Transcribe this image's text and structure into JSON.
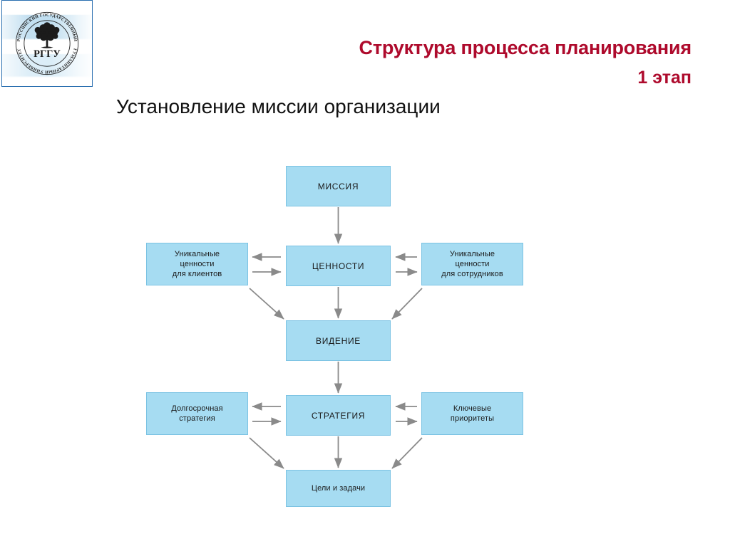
{
  "slide": {
    "logo": {
      "name": "rggu-emblem",
      "ring_top_text": "РОССИЙСКИЙ ГОСУДАРСТВЕННЫЙ",
      "ring_bottom_text": "ГУМАНИТАРНЫЙ УНИВЕРСИТЕТ",
      "monogram": "РГГУ"
    },
    "title": {
      "main": "Структура процесса планирования",
      "stage": "1 этап",
      "color": "#ae0a2c"
    },
    "subtitle": {
      "text": "Установление миссии организации",
      "color": "#111111"
    }
  },
  "diagram": {
    "type": "flowchart",
    "box_fill": "#a6dcf2",
    "box_border": "#7cc3e3",
    "arrow_color": "#808080",
    "nodes": {
      "mission": "МИССИЯ",
      "values": "ЦЕННОСТИ",
      "vision": "ВИДЕНИЕ",
      "strategy": "СТРАТЕГИЯ",
      "goals": "Цели и задачи",
      "client_values": "Уникальные\nценности\nдля клиентов",
      "staff_values": "Уникальные\nценности\nдля сотрудников",
      "longterm_strategy": "Долгосрочная\nстратегия",
      "key_priorities": "Ключевые\nприоритеты"
    },
    "edges": [
      {
        "from": "mission",
        "to": "values",
        "kind": "vertical-down"
      },
      {
        "from": "values",
        "to": "client_values",
        "kind": "horizontal-left"
      },
      {
        "from": "client_values",
        "to": "values",
        "kind": "horizontal-right"
      },
      {
        "from": "values",
        "to": "staff_values",
        "kind": "horizontal-right"
      },
      {
        "from": "staff_values",
        "to": "values",
        "kind": "horizontal-left"
      },
      {
        "from": "values",
        "to": "vision",
        "kind": "vertical-down"
      },
      {
        "from": "client_values",
        "to": "vision",
        "kind": "diagonal-down-right"
      },
      {
        "from": "staff_values",
        "to": "vision",
        "kind": "diagonal-down-left"
      },
      {
        "from": "vision",
        "to": "strategy",
        "kind": "vertical-down"
      },
      {
        "from": "strategy",
        "to": "longterm_strategy",
        "kind": "horizontal-left"
      },
      {
        "from": "longterm_strategy",
        "to": "strategy",
        "kind": "horizontal-right"
      },
      {
        "from": "strategy",
        "to": "key_priorities",
        "kind": "horizontal-right"
      },
      {
        "from": "key_priorities",
        "to": "strategy",
        "kind": "horizontal-left"
      },
      {
        "from": "strategy",
        "to": "goals",
        "kind": "vertical-down"
      },
      {
        "from": "longterm_strategy",
        "to": "goals",
        "kind": "diagonal-down-right"
      },
      {
        "from": "key_priorities",
        "to": "goals",
        "kind": "diagonal-down-left"
      }
    ]
  }
}
